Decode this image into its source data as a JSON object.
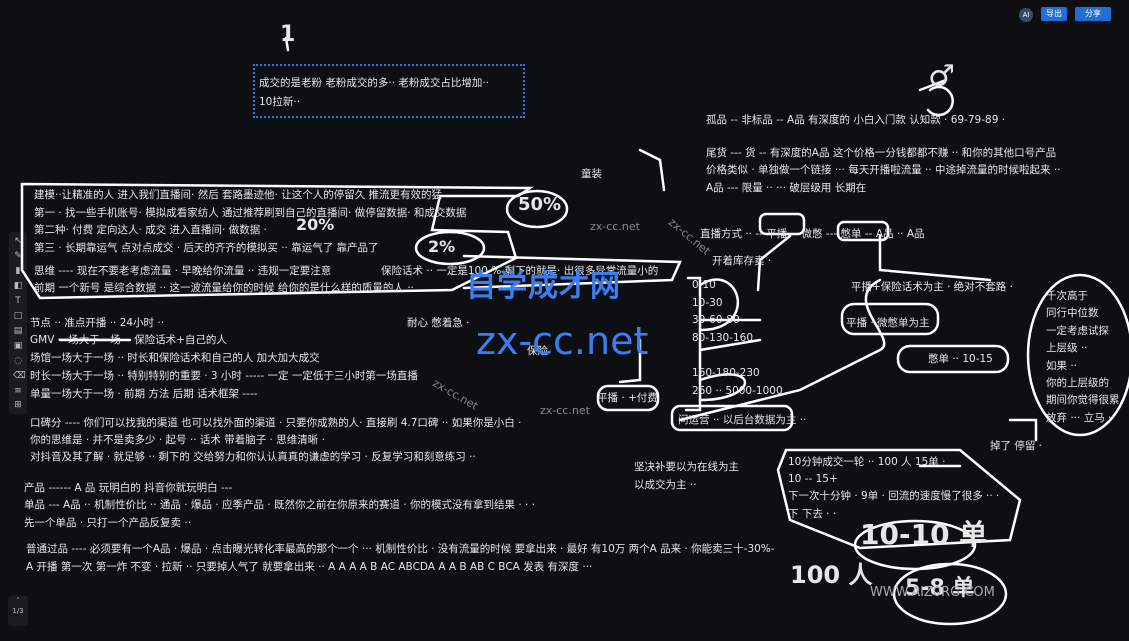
{
  "header": {
    "avatar": "AI",
    "export_label": "导出",
    "share_label": "分享"
  },
  "toolbar": {
    "tools": [
      "cursor-icon",
      "pen-icon",
      "highlighter-icon",
      "eraser-icon",
      "text-icon",
      "shape-icon",
      "sticky-icon",
      "image-icon",
      "lasso-icon",
      "trash-icon",
      "layers-icon",
      "template-icon"
    ]
  },
  "pager": {
    "current": "1",
    "total": "/3"
  },
  "annotations": {
    "one": "1",
    "fifty": "50%",
    "twenty": "2%",
    "pct_low": "20%",
    "male_sign": "♂"
  },
  "notes": {
    "box_top_line1": "成交的是老粉 老粉成交的多·· 老粉成交占比增加··",
    "box_top_line2": "10拉新··",
    "kids": "童装",
    "suggest1": "建模··让精准的人 进入我们直播间· 然后 套路墨迹他· 让这个人的停留久 推流更有效的猛",
    "suggest2": "第一 ·  找一些手机账号· 模拟成看家纺人 通过推荐刷到自己的直播间· 做停留数据· 和成交数据",
    "suggest3": "第二种· 付费 定向达人· 成交 进入直播间· 做数据 ·",
    "suggest4": "第三 · 长期靠运气 点对点成交 · 后天的齐齐的模拟买 ·· 靠运气了 靠产品了",
    "think1": "思维 ---- 现在不要老考虑流量 · 早晚给你流量 ·· 违规一定要注意",
    "insurance": "保险话术 ·· 一定是100 % 剩下的就是· 出很多异常流量小的",
    "think2": "前期 一个新号 是综合数据 ·· 这一波流量给你的时候 给你的是什么样的质量的人 ··",
    "node": "节点 ·· 准点开播 ·· 24小时 ··",
    "gmv1": "GMV 一场大于一场 ·· 保险话术+自己的人",
    "gmv2": "场馆一场大于一场 ·· 时长和保险话术和自己的人 加大加大成交",
    "gmv3": "时长一场大于一场 ·· 特别特别的重要 · 3 小时 ----- 一定 一定低于三小时第一场直播",
    "gmv4": "单量一场大于一场 · 前期 方法 后期 话术框架 ----",
    "patient": "耐心 憋着急 ·",
    "insurance2": "保险",
    "rep1": "口碑分 ---- 你们可以找我的渠道 也可以找外面的渠道 · 只要你成熟的人· 直接刷 4.7口碑 ·· 如果你是小白 ·",
    "rep2": "你的思维是 · 并不是卖多少 · 起号 ·· 话术 带着脑子 · 思维清晰 ·",
    "rep3": "对抖音及其了解 · 就足够 ·· 剩下的 交给努力和你认认真真的谦虚的学习 · 反复学习和刻意练习 ··",
    "prod1": "产品 ------ A 品  玩明白的      抖音你就玩明白 ---",
    "prod2": "单品 --- A品 ·· 机制性价比 ·· 通品 · 爆品 · 应季产品 · 既然你之前在你原来的赛道 · 你的模式没有拿到结果 ·  · ·",
    "prod3": "先一个单品 ·      只打一个产品反复卖 ··",
    "over1": "普通过品 ---- 必须要有一个A品 · 爆品 · 点击曝光转化率最高的那个一个 ··· 机制性价比 ·  没有流量的时候 要拿出来 · 最好 有10万 两个A 品来 · 你能卖三十-30%-",
    "over2": "A 开播 第一次 第一炸 不变 · 拉新 ·· 只要掉人气了 就要拿出来 ·· A A A      A B AC    ABCDA  A A B  AB C BCA 发表  有深度 ···",
    "r1": "孤品 -- 非标品 -- A品  有深度的  小白入门款  认知款 ·  69-79-89 ·",
    "r2": "尾货 --- 货 -- 有深度的A品  这个价格一分钱都都不赚 ·· 和你的其他口号产品",
    "r3": "价格类似 ·  单独做一个链接 ···  每天开播啦流量 ··  中途掉流量的时候啦起来 ··",
    "r4": "A品 --- 限量 ·· ···   破层级用 长期在",
    "r5": "直播方式 ·· -- 平播 -- 微憋 --- 憋单 -- A品 ··    A品",
    "r6": "开着库存卖 ·",
    "r7": "平播+保险话术为主 ·   绝对不套路 ·",
    "r8": "平播 · 微憋单为主",
    "r9": "憋单 ·· 10-15",
    "lv1": "0-10",
    "lv2": "10-30",
    "lv3": "30-60-80",
    "lv4": "80-130-160",
    "lv5": "160-180-230",
    "lv6": "260 ·· 5000-1000",
    "paid": "平播 · +付费",
    "ops": "问运营 ·· 以后台数据为主 ··",
    "side1": "千次高于",
    "side2": "同行中位数",
    "side3": "一定考虑试探",
    "side4": "上层级 ··",
    "side5": "如果 ··",
    "side6": "你的上层级的",
    "side7": "期间你觉得很累",
    "side8": "放弃 ··· 立马 ··",
    "drop": "掉了  停留 ·",
    "online1": "坚决补要以为在线为主",
    "online2": "以成交为主 ··",
    "ten1": "10分钟成交一轮 ··   100 人  15单 ·",
    "ten2": "10 -- 15+",
    "ten3": "下一次十分钟 · 9单 · 回流的速度慢了很多 ·· ·",
    "ten4": "下 下去 ·  ·",
    "hand1": "10-10 单",
    "hand2": "100 人",
    "hand3": "5-8 单"
  },
  "watermarks": {
    "big1": "自学成才网",
    "big2": "zx-cc.net",
    "small": "zx-cc.net",
    "url": "WWW.AIZ0RG.COM"
  },
  "colors": {
    "background": "#0e0f12",
    "accent": "#1f6fd8",
    "watermark": "#3b7df5",
    "ink": "#ffffff"
  }
}
